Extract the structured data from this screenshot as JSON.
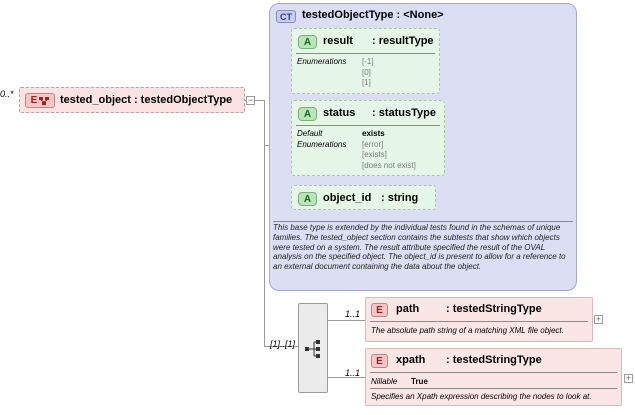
{
  "root": {
    "cardinality": "0..*",
    "badge": "E",
    "label": "tested_object : testedObjectType",
    "collapse_symbol": "−"
  },
  "complex_type": {
    "badge": "CT",
    "title": "testedObjectType : <None>",
    "description": "This base type is extended by the individual tests found in the schemas of unique families.  The tested_object section contains the subtests that show which objects were tested on a system. The result attribute specified the result of the OVAL analysis on the specified object. The object_id is present to allow for a reference to an external document containing the data about the object.",
    "attributes": [
      {
        "badge": "A",
        "name": "result",
        "type": ": resultType",
        "properties": [
          {
            "key": "Enumerations",
            "values": [
              "[-1]",
              "[0]",
              "[1]"
            ]
          }
        ]
      },
      {
        "badge": "A",
        "name": "status",
        "type": ": statusType",
        "properties": [
          {
            "key": "Default",
            "values": [
              "exists"
            ]
          },
          {
            "key": "Enumerations",
            "values": [
              "[error]",
              "[exists]",
              "[does not exist]"
            ]
          }
        ]
      },
      {
        "badge": "A",
        "name": "object_id",
        "type": ": string",
        "properties": []
      }
    ]
  },
  "sequence": {
    "cardinality": "[1]..[1]",
    "icon": "sequence-icon"
  },
  "elements": [
    {
      "cardinality": "1..1",
      "badge": "E",
      "name": "path",
      "type": ": testedStringType",
      "nillable_key": "",
      "nillable_value": "",
      "description": "The absolute path string of a matching XML file object.",
      "expand_symbol": "+"
    },
    {
      "cardinality": "1..1",
      "badge": "E",
      "name": "xpath",
      "type": ": testedStringType",
      "nillable_key": "Nillable",
      "nillable_value": "True",
      "description": "Specifies an Xpath expression describing the nodes to look at.",
      "expand_symbol": "+"
    }
  ],
  "colors": {
    "element_fill": "#fbe3e3",
    "complex_type_fill": "#dcdff3",
    "attribute_fill": "#e6f6e6",
    "sequence_fill": "#ebebeb"
  }
}
